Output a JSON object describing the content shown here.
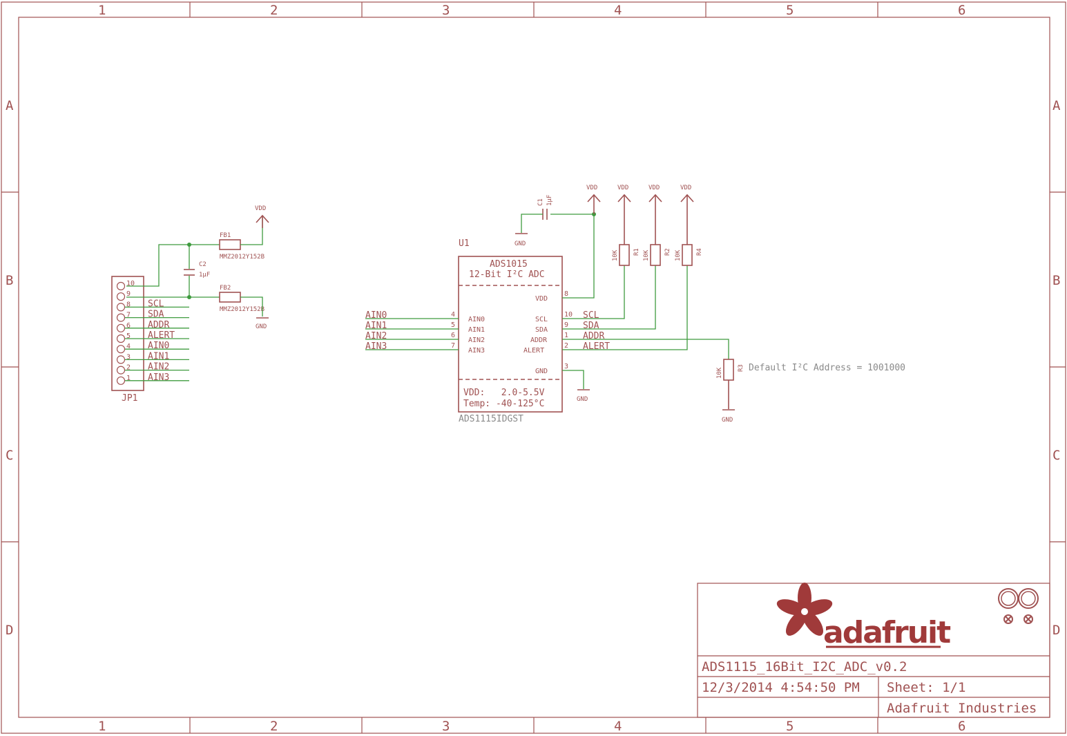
{
  "frame": {
    "columns": [
      "1",
      "2",
      "3",
      "4",
      "5",
      "6"
    ],
    "rows": [
      "A",
      "B",
      "C",
      "D"
    ]
  },
  "connector": {
    "ref": "JP1",
    "pins": [
      {
        "num": "10",
        "label": ""
      },
      {
        "num": "9",
        "label": ""
      },
      {
        "num": "8",
        "label": "SCL"
      },
      {
        "num": "7",
        "label": "SDA"
      },
      {
        "num": "6",
        "label": "ADDR"
      },
      {
        "num": "5",
        "label": "ALERT"
      },
      {
        "num": "4",
        "label": "AIN0"
      },
      {
        "num": "3",
        "label": "AIN1"
      },
      {
        "num": "2",
        "label": "AIN2"
      },
      {
        "num": "1",
        "label": "AIN3"
      }
    ]
  },
  "power_filter": {
    "fb1": {
      "ref": "FB1",
      "value": "MMZ2012Y152B"
    },
    "fb2": {
      "ref": "FB2",
      "value": "MMZ2012Y152B"
    },
    "c2": {
      "ref": "C2",
      "value": "1µF"
    },
    "vdd": "VDD",
    "gnd": "GND"
  },
  "chip": {
    "ref": "U1",
    "name": "ADS1015",
    "subtitle": "12-Bit I²C ADC",
    "part": "ADS1115IDGST",
    "vdd_range": "VDD:   2.0-5.5V",
    "temp_range": "Temp: -40-125°C",
    "left_pins": [
      {
        "num": "4",
        "name": "AIN0",
        "net": "AIN0"
      },
      {
        "num": "5",
        "name": "AIN1",
        "net": "AIN1"
      },
      {
        "num": "6",
        "name": "AIN2",
        "net": "AIN2"
      },
      {
        "num": "7",
        "name": "AIN3",
        "net": "AIN3"
      }
    ],
    "right_pins": [
      {
        "num": "8",
        "name": "VDD",
        "net": ""
      },
      {
        "num": "10",
        "name": "SCL",
        "net": "SCL"
      },
      {
        "num": "9",
        "name": "SDA",
        "net": "SDA"
      },
      {
        "num": "1",
        "name": "ADDR",
        "net": "ADDR"
      },
      {
        "num": "2",
        "name": "ALERT",
        "net": "ALERT"
      },
      {
        "num": "3",
        "name": "GND",
        "net": ""
      }
    ]
  },
  "decoupling": {
    "ref": "C1",
    "value": "1µF",
    "gnd": "GND",
    "vdd": "VDD"
  },
  "pullups": [
    {
      "ref": "R1",
      "value": "10K",
      "vdd": "VDD"
    },
    {
      "ref": "R2",
      "value": "10K",
      "vdd": "VDD"
    },
    {
      "ref": "R4",
      "value": "10K",
      "vdd": "VDD"
    }
  ],
  "addr_resistor": {
    "ref": "R3",
    "value": "10K",
    "gnd": "GND",
    "note": "Default I²C Address = 1001000"
  },
  "chip_gnd": "GND",
  "title_block": {
    "logo": "adafruit",
    "title": "ADS1115_16Bit_I2C_ADC_v0.2",
    "date": "12/3/2014 4:54:50 PM",
    "sheet": "Sheet: 1/1",
    "company": "Adafruit Industries"
  }
}
